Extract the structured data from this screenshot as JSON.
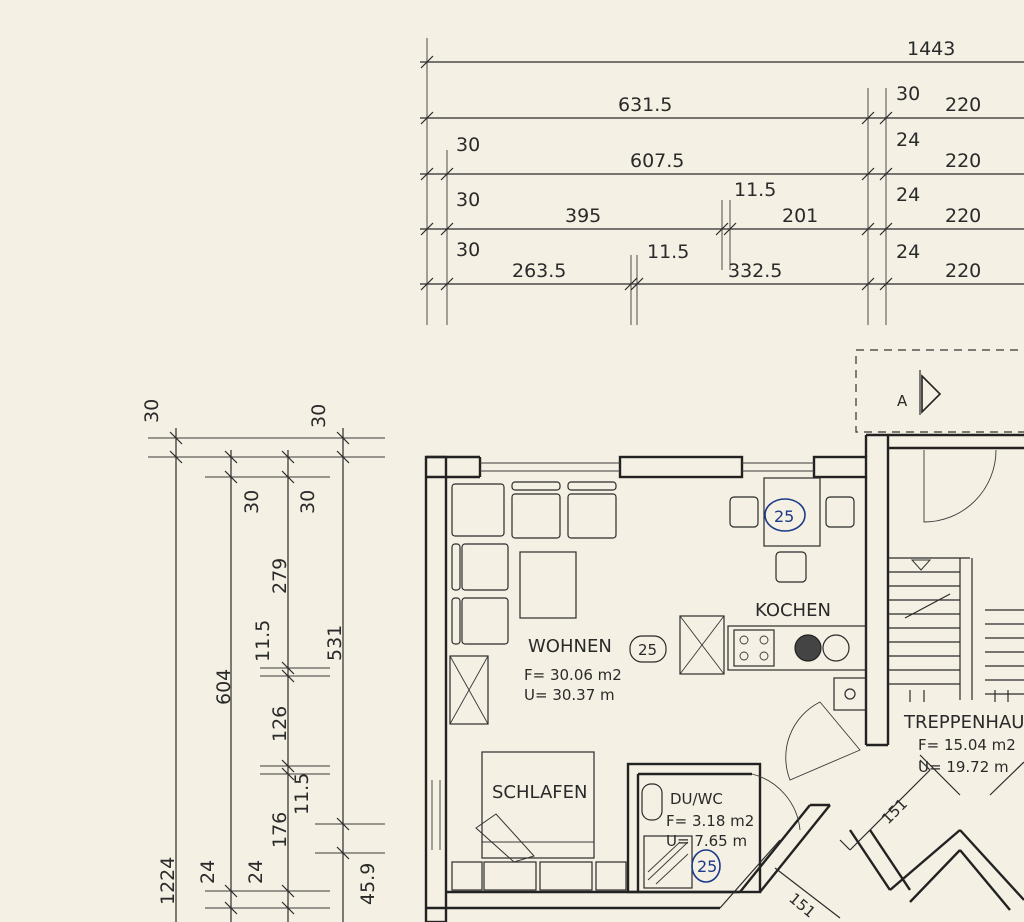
{
  "dimensions": {
    "top": {
      "total": "1443",
      "row1": {
        "left": "631.5",
        "wall": "30",
        "right": "220"
      },
      "row2": {
        "wall_left": "30",
        "left": "607.5",
        "wall": "24",
        "right": "220"
      },
      "row3": {
        "wall_left": "30",
        "left": "395",
        "wall_mid": "11.5",
        "mid": "201",
        "wall": "24",
        "right": "220"
      },
      "row4": {
        "wall_left": "30",
        "left": "263.5",
        "wall_mid": "11.5",
        "mid": "332.5",
        "wall": "24",
        "right": "220"
      }
    },
    "left": {
      "top_wall_a": "30",
      "top_wall_b": "30",
      "inner_wall_a": "30",
      "inner_wall_b": "30",
      "seg_279": "279",
      "seg_531": "531",
      "seg_11_5_a": "11.5",
      "seg_604": "604",
      "seg_126": "126",
      "seg_11_5_b": "11.5",
      "seg_176": "176",
      "seg_45_9": "45.9",
      "seg_1224": "1224",
      "seg_24_a": "24",
      "seg_24_b": "24"
    },
    "stairs": {
      "a": "151",
      "b": "151"
    }
  },
  "rooms": {
    "wohnen": {
      "name": "WOHNEN",
      "area": "F= 30.06 m2",
      "perimeter": "U= 30.37 m",
      "number": "25"
    },
    "kochen": {
      "name": "KOCHEN",
      "number": "25"
    },
    "schlafen": {
      "name": "SCHLAFEN"
    },
    "duwc": {
      "name": "DU/WC",
      "area": "F= 3.18 m2",
      "perimeter": "U= 7.65 m",
      "number": "25"
    },
    "treppenhaus": {
      "name": "TREPPENHAUS",
      "area": "F= 15.04 m2",
      "perimeter": "U= 19.72 m"
    }
  },
  "section_marker": "A"
}
